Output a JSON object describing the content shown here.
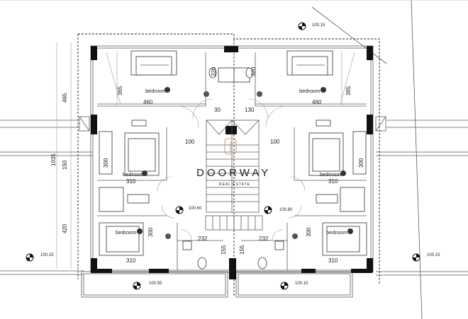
{
  "watermark": {
    "brand": "DOORWAY",
    "sub": "REAL ESTATE",
    "color": "#c49a7a"
  },
  "rooms": [
    "bedroom",
    "bedroom",
    "bedroom",
    "bedroom",
    "bedroom",
    "bedroom"
  ],
  "dimensions": {
    "left_vertical": [
      "465",
      "1035",
      "150",
      "420"
    ],
    "upper_inner_vertical": [
      "365",
      "365",
      "320",
      "320"
    ],
    "widths_top": [
      "460",
      "460"
    ],
    "bath_widths": [
      "30",
      "130"
    ],
    "hall_widths": [
      "100",
      "100"
    ],
    "mid_vertical": [
      "300",
      "300",
      "300",
      "300"
    ],
    "mid_widths": [
      "310",
      "310",
      "310",
      "310"
    ],
    "wc_widths": [
      "232",
      "232"
    ],
    "wc_vertical": [
      "155",
      "155"
    ]
  },
  "levels": [
    "100.15",
    "100.15",
    "100.15",
    "100.60",
    "100.60",
    "100.55",
    "100.15"
  ]
}
